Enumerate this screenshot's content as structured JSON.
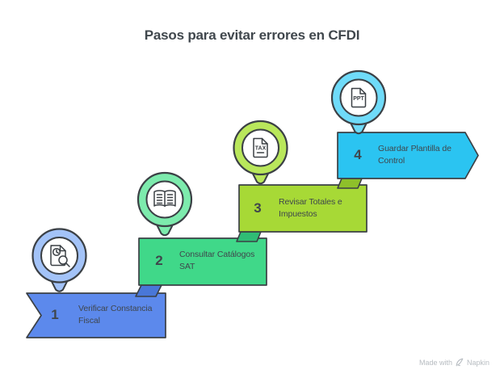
{
  "title": "Pasos para evitar errores en CFDI",
  "steps": [
    {
      "number": "1",
      "line1": "Verificar Constancia",
      "line2": "Fiscal",
      "icon": "document-search-icon",
      "color": "#5c89ec",
      "pin_color": "#a3c3f8",
      "fold_color": "#4977d8"
    },
    {
      "number": "2",
      "line1": "Consultar Catálogos",
      "line2": "SAT",
      "icon": "open-book-icon",
      "color": "#40d889",
      "pin_color": "#7debad",
      "fold_color": "#30bd75"
    },
    {
      "number": "3",
      "line1": "Revisar Totales e",
      "line2": "Impuestos",
      "icon": "tax-document-icon",
      "icon_text": "TAX",
      "color": "#a7d936",
      "pin_color": "#b9e75b",
      "fold_color": "#8ec02a"
    },
    {
      "number": "4",
      "line1": "Guardar Plantilla de",
      "line2": "Control",
      "icon": "ppt-document-icon",
      "icon_text": "PPT",
      "color": "#2bc4f1",
      "pin_color": "#6fdbf9"
    }
  ],
  "footer": {
    "made_with": "Made with",
    "brand": "Napkin"
  },
  "colors": {
    "background": "#ffffff",
    "outline": "#3b4045",
    "text": "#3f464c",
    "title": "#40474d",
    "footer": "#b7bcc1"
  }
}
